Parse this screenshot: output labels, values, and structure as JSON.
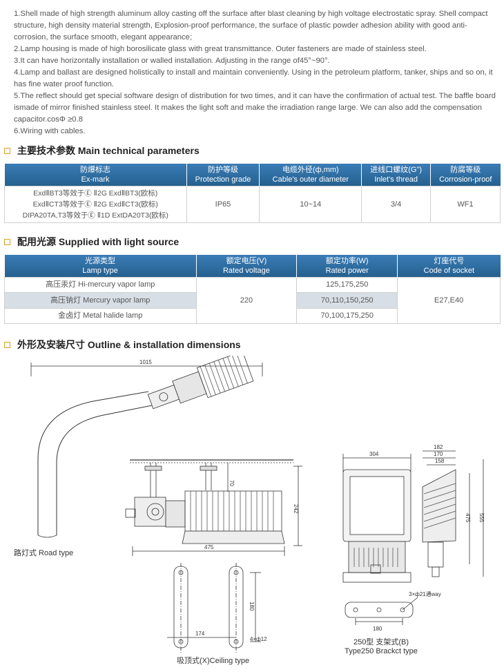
{
  "features": [
    "1.Shell made of high strength aluminum alloy casting off the surface after blast cleaning by high voltage electrostatic spray. Shell compact structure, high density material strength, Explosion-proof performance, the surface of plastic powder adhesion ability with good anti-corrosion, the surface smooth, elegant appearance;",
    "2.Lamp housing is made of high borosilicate glass with great transmittance. Outer fasteners are made of stainless steel.",
    "3.It can have horizontally installation or walled installation. Adjusting in the range of45°~90°.",
    "4.Lamp and ballast are designed holistically to install and maintain conveniently. Using in the petroleum platform, tanker, ships and so on, it has fine water proof function.",
    "5.The reflect should get special software design of distribution for two times, and it can have the confirmation of actual test. The baffle board ismade of mirror finished stainless steel. It makes the light soft and make the irradiation range large. We can also add the compensation capacitor.cosΦ ≥0.8",
    "6.Wiring with cables."
  ],
  "sections": {
    "tech": "主要技术参数 Main technical parameters",
    "light": "配用光源 Supplied with light source",
    "outline": "外形及安装尺寸 Outline & installation dimensions"
  },
  "tech_table": {
    "headers": [
      {
        "cn": "防爆标志",
        "en": "Ex-mark"
      },
      {
        "cn": "防护等级",
        "en": "Protection grade"
      },
      {
        "cn": "电缆外径(ф,mm)",
        "en": "Cable's outer diameter"
      },
      {
        "cn": "进线口螺纹(G\")",
        "en": "Inlet's thread"
      },
      {
        "cn": "防腐等级",
        "en": "Corrosion-proof"
      }
    ],
    "exmark": [
      "ExdⅡBT3等效于Ⓔ Ⅱ2G ExdⅡBT3(欧标)",
      "ExdⅡCT3等效于Ⓔ Ⅱ2G ExdⅡCT3(欧标)",
      "DIPA20TA,T3等效于Ⓔ Ⅱ1D ExtDA20T3(欧标)"
    ],
    "protection": "IP65",
    "cable": "10~14",
    "thread": "3/4",
    "corrosion": "WF1"
  },
  "light_table": {
    "headers": [
      {
        "cn": "光源类型",
        "en": "Lamp type"
      },
      {
        "cn": "额定电压(V)",
        "en": "Rated voltage"
      },
      {
        "cn": "额定功率(W)",
        "en": "Rated power"
      },
      {
        "cn": "灯座代号",
        "en": "Code of socket"
      }
    ],
    "rows": [
      {
        "type": "高压汞灯 Hi-mercury vapor lamp",
        "power": "125,175,250"
      },
      {
        "type": "高压钠灯 Mercury vapor lamp",
        "power": "70,110,150,250"
      },
      {
        "type": "金卤灯 Metal halide lamp",
        "power": "70,100,175,250"
      }
    ],
    "voltage": "220",
    "socket": "E27,E40"
  },
  "drawings": {
    "road_caption": "路灯式 Road type",
    "ceiling_caption": "吸顶式(X)Ceiling type",
    "bracket_caption_cn": "250型 支架式(B)",
    "bracket_caption_en": "Type250 Brackct type",
    "dims": {
      "d1015": "1015",
      "d70": "70",
      "d242": "242",
      "d475a": "475",
      "d180a": "180",
      "d174": "174",
      "d4x12": "4×ф12",
      "d304": "304",
      "d182": "182",
      "d170": "170",
      "d158": "158",
      "d475b": "475",
      "d555": "555",
      "d3x21": "3×ф21通way",
      "d180b": "180"
    }
  }
}
